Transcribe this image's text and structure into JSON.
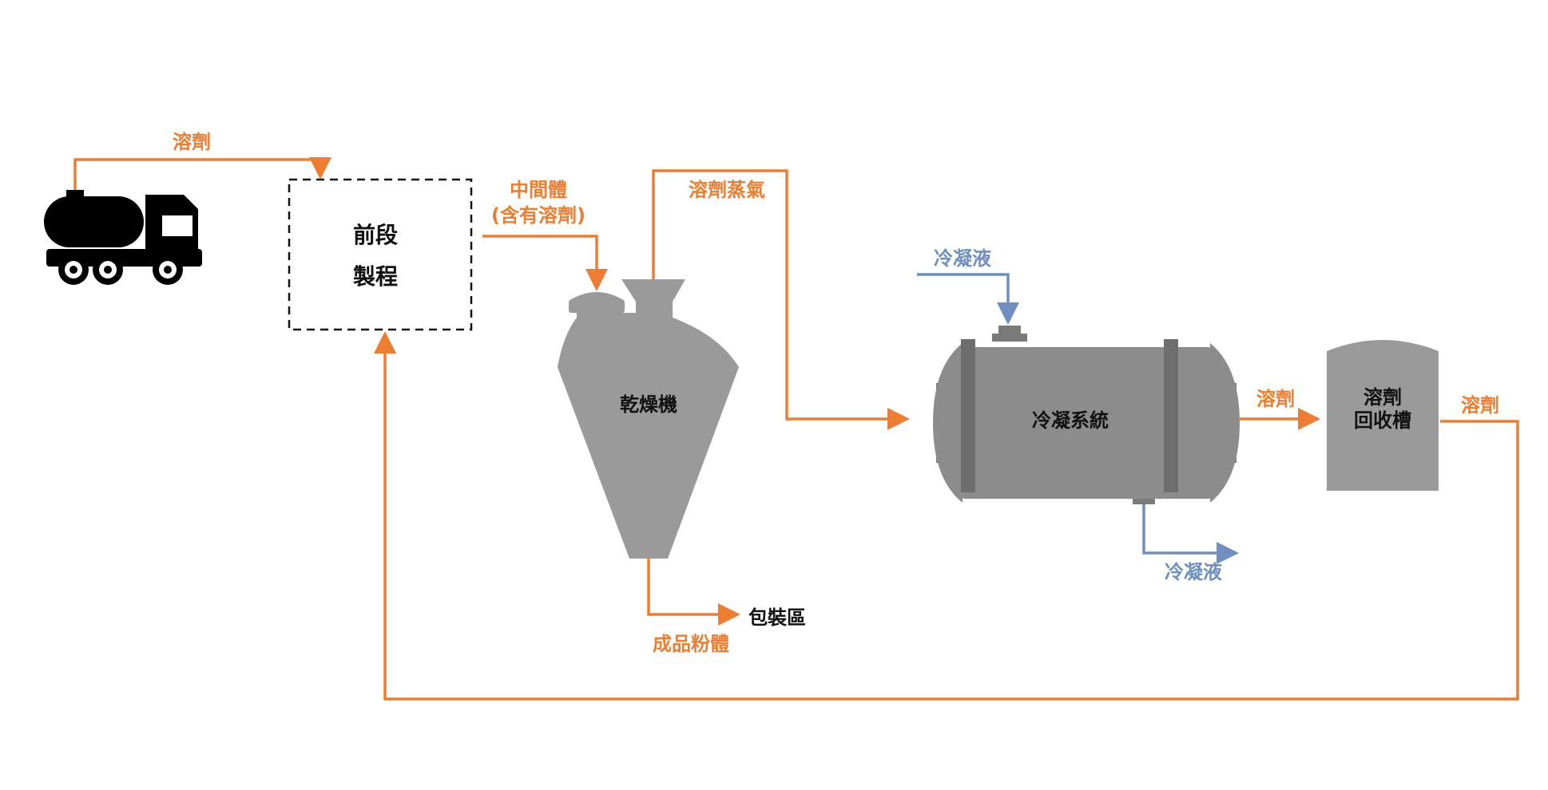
{
  "colors": {
    "solvent_line": "#ED7D31",
    "condensate_line": "#6E8FBF",
    "equipment": "#9A9A9A",
    "equipment_dark": "#7A7A7A",
    "truck": "#000000"
  },
  "icons": {
    "truck": "tanker-truck-icon"
  },
  "nodes": {
    "front_process": {
      "line1": "前段",
      "line2": "製程"
    },
    "dryer": "乾燥機",
    "condenser": "冷凝系統",
    "recovery_tank": {
      "line1": "溶劑",
      "line2": "回收槽"
    },
    "packaging": "包裝區"
  },
  "flows": {
    "truck_solvent": "溶劑",
    "intermediate": {
      "line1": "中間體",
      "line2": "(含有溶劑)"
    },
    "solvent_vapor": "溶劑蒸氣",
    "condensate_in": "冷凝液",
    "condensate_out": "冷凝液",
    "solvent_to_tank": "溶劑",
    "solvent_return": "溶劑",
    "product_powder": "成品粉體"
  }
}
